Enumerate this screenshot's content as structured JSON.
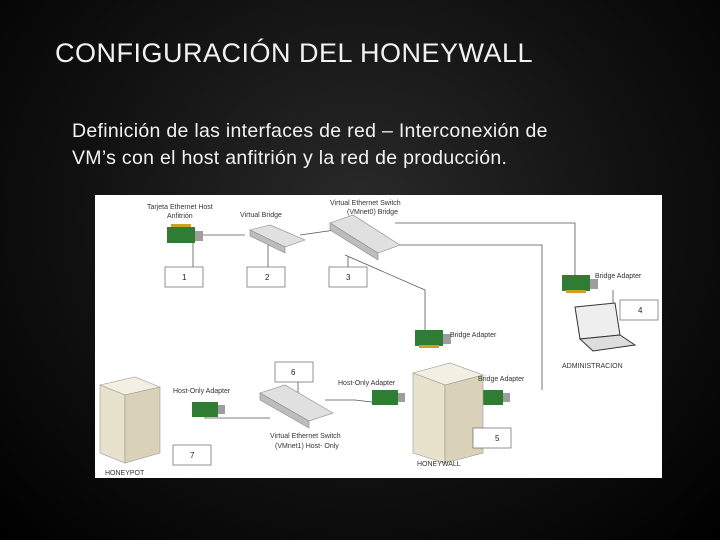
{
  "slide": {
    "title": "CONFIGURACIÓN DEL HONEYWALL",
    "subtitle_line1": "Definición de las interfaces de red – Interconexión de",
    "subtitle_line2": "VM’s con el host anfitrión y la red de producción."
  },
  "diagram": {
    "labels": {
      "host_nic": "Tarjeta Ethernet Host",
      "host_nic_2": "Anfitrión",
      "virtual_bridge": "Virtual Bridge",
      "vswitch_vmnet0": "Virtual Ethernet Switch",
      "vswitch_vmnet0_2": "(VMnet0) Bridge",
      "bridge_adapter_admin": "Bridge Adapter",
      "administracion": "ADMINISTRACION",
      "bridge_adapter_hw_top": "Bridge Adapter",
      "host_only_adapter_hp": "Host-Only Adapter",
      "host_only_adapter_hw": "Host-Only Adapter",
      "bridge_adapter_hw_right": "Bridge Adapter",
      "vswitch_vmnet1": "Virtual Ethernet Switch",
      "vswitch_vmnet1_2": "(VMnet1) Host- Only",
      "honeypot": "HONEYPOT",
      "honeywall": "HONEYWALL"
    },
    "numbers": [
      "1",
      "2",
      "3",
      "4",
      "5",
      "6",
      "7"
    ]
  }
}
